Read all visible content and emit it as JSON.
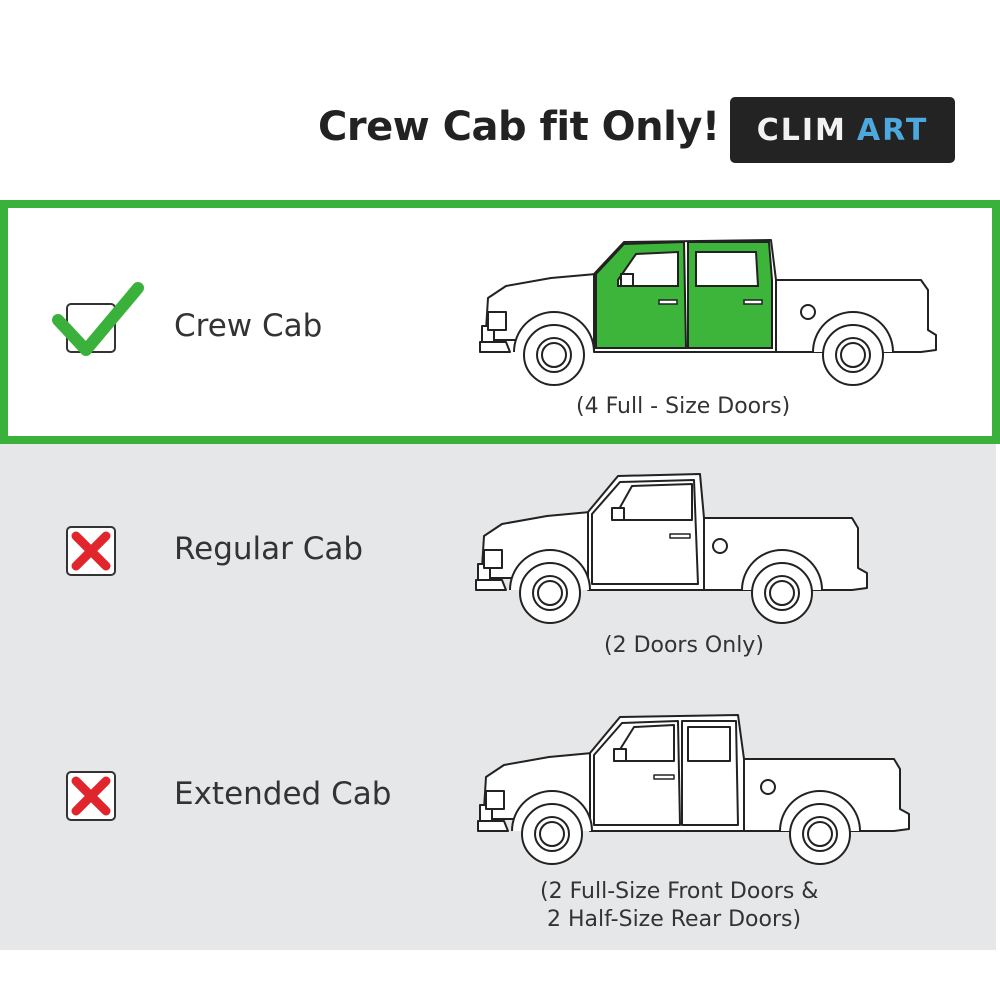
{
  "header": {
    "title": "Crew Cab fit Only!",
    "logo_text_light": "CLIM",
    "logo_text_blue": "ART"
  },
  "options": [
    {
      "label": "Crew Cab",
      "caption": "(4 Full - Size Doors)",
      "status": "fits",
      "check_color": "#3ab13a"
    },
    {
      "label": "Regular Cab",
      "caption": "(2 Doors Only)",
      "status": "does-not-fit",
      "x_color": "#e0262c"
    },
    {
      "label": "Extended Cab",
      "caption_line1": "(2 Full-Size Front Doors &",
      "caption_line2": "2 Half-Size Rear Doors)",
      "status": "does-not-fit",
      "x_color": "#e0262c"
    }
  ],
  "colors": {
    "accent_green": "#3ab13a",
    "door_highlight": "#3cb53a",
    "panel_gray": "#e6e7e8",
    "x_red": "#e0262c",
    "logo_bg": "#232323",
    "logo_blue": "#4ea8de"
  }
}
